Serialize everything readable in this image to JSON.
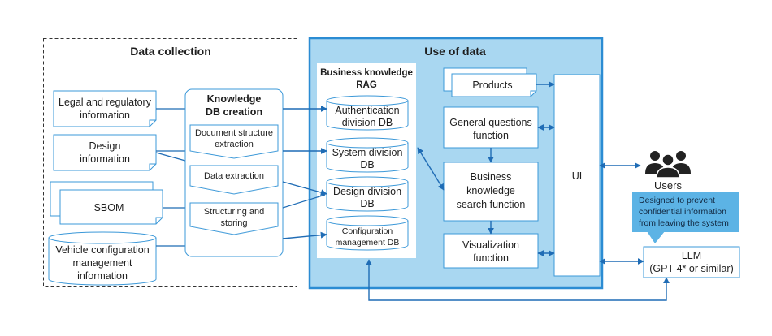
{
  "data_collection": {
    "title": "Data collection",
    "sources": [
      {
        "lines": [
          "Legal and regulatory",
          "information"
        ]
      },
      {
        "lines": [
          "Design",
          "information"
        ]
      },
      {
        "lines": [
          "SBOM"
        ]
      },
      {
        "lines": [
          "Vehicle configuration",
          "management",
          "information"
        ]
      }
    ],
    "knowledge_db_creation": {
      "title_lines": [
        "Knowledge",
        "DB creation"
      ],
      "steps": [
        {
          "lines": [
            "Document structure",
            "extraction"
          ]
        },
        {
          "lines": [
            "Data extraction"
          ]
        },
        {
          "lines": [
            "Structuring and",
            "storing"
          ]
        }
      ]
    }
  },
  "use_of_data": {
    "title": "Use of data",
    "rag": {
      "title_lines": [
        "Business knowledge",
        "RAG"
      ],
      "databases": [
        {
          "lines": [
            "Authentication",
            "division DB"
          ]
        },
        {
          "lines": [
            "System division",
            "DB"
          ]
        },
        {
          "lines": [
            "Design division",
            "DB"
          ]
        },
        {
          "lines": [
            "Configuration",
            "management DB"
          ]
        }
      ]
    },
    "products": "Products",
    "functions": [
      {
        "lines": [
          "General questions",
          "function"
        ]
      },
      {
        "lines": [
          "Business",
          "knowledge",
          "search function"
        ]
      },
      {
        "lines": [
          "Visualization",
          "function"
        ]
      }
    ],
    "ui": "UI"
  },
  "external": {
    "users": {
      "label": "Users",
      "icon": "users-icon"
    },
    "callout": {
      "lines": [
        "Designed to prevent",
        "confidential information",
        "from leaving the system"
      ]
    },
    "llm": {
      "lines": [
        "LLM",
        "(GPT-4* or similar)"
      ]
    }
  },
  "colors": {
    "panel_border": "#2b8cd3",
    "panel_fill": "#a9d7f1",
    "shape_border": "#3b98d8",
    "arrow": "#1f6cb5",
    "callout_fill": "#5cb3e5"
  }
}
